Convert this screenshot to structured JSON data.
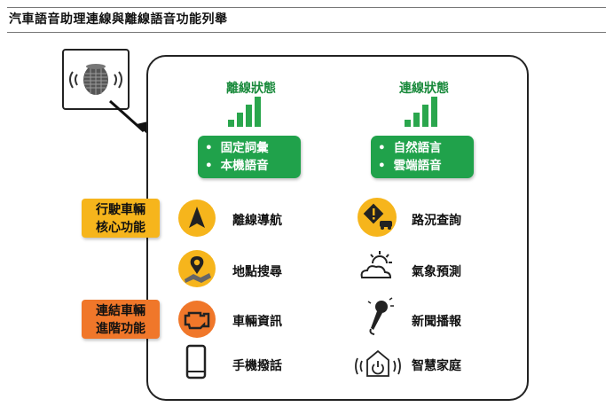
{
  "page_title": "汽車語音助理連線與離線語音功能列舉",
  "offline": {
    "title": "離線狀態",
    "items": [
      "固定詞彙",
      "本機語音"
    ]
  },
  "online": {
    "title": "連線狀態",
    "items": [
      "自然語言",
      "雲端語音"
    ]
  },
  "side_tags": {
    "core": [
      "行駛車輛",
      "核心功能"
    ],
    "advanced": [
      "連結車輛",
      "進階功能"
    ]
  },
  "features": {
    "offline_nav": "離線導航",
    "traffic": "路況查詢",
    "poi_search": "地點搜尋",
    "weather": "氣象預測",
    "vehicle_info": "車輛資訊",
    "news": "新聞播報",
    "phone_call": "手機撥話",
    "smart_home": "智慧家庭"
  },
  "colors": {
    "green": "#20a24b",
    "yellow": "#f6b51c",
    "orange": "#f0772a"
  },
  "icons": {
    "speaker": "smart-speaker-icon",
    "offline_signal": "signal-bars-icon",
    "online_signal": "signal-bars-icon",
    "nav": "navigation-arrow-icon",
    "traffic": "traffic-warning-icon",
    "poi": "map-pin-icon",
    "weather": "weather-icon",
    "vehicle": "engine-icon",
    "news": "microphone-icon",
    "phone": "smartphone-icon",
    "home": "smart-home-icon"
  }
}
